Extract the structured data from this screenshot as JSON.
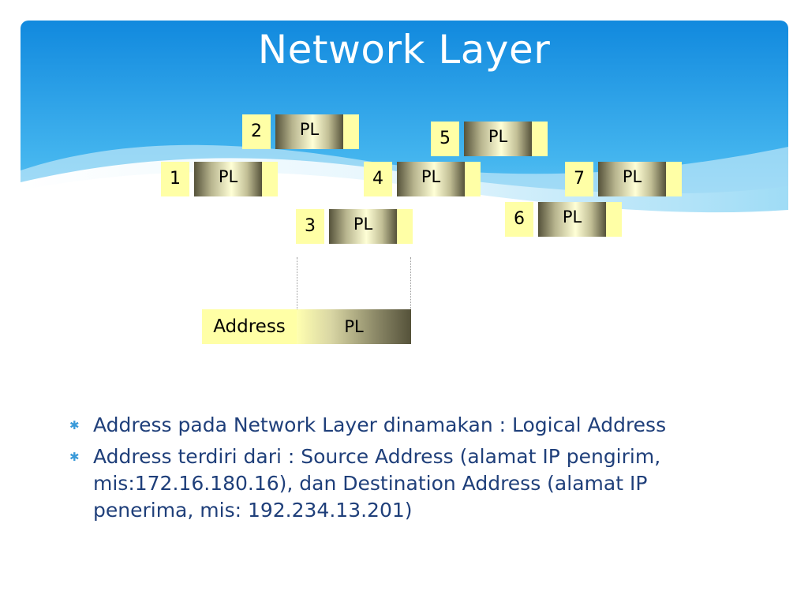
{
  "slide": {
    "title": "Network Layer"
  },
  "diagram": {
    "packets": [
      {
        "num": "1",
        "payload": "PL"
      },
      {
        "num": "2",
        "payload": "PL"
      },
      {
        "num": "3",
        "payload": "PL"
      },
      {
        "num": "4",
        "payload": "PL"
      },
      {
        "num": "5",
        "payload": "PL"
      },
      {
        "num": "6",
        "payload": "PL"
      },
      {
        "num": "7",
        "payload": "PL"
      }
    ],
    "assembled": {
      "address": "Address",
      "payload": "PL"
    }
  },
  "bullets": [
    {
      "text": "Address pada Network Layer dinamakan : Logical Address"
    },
    {
      "text": "Address terdiri dari : Source Address (alamat IP pengirim, mis:172.16.180.16), dan Destination Address (alamat IP penerima, mis: 192.234.13.201)"
    }
  ],
  "colors": {
    "header_blue": "#1a8fe0",
    "header_light": "#8ad3f5",
    "header_text": "#ffffff",
    "label_yellow": "#ffffa6",
    "bullet_text": "#1f3f7a"
  },
  "icons": {
    "bullet": "asterisk-icon"
  }
}
